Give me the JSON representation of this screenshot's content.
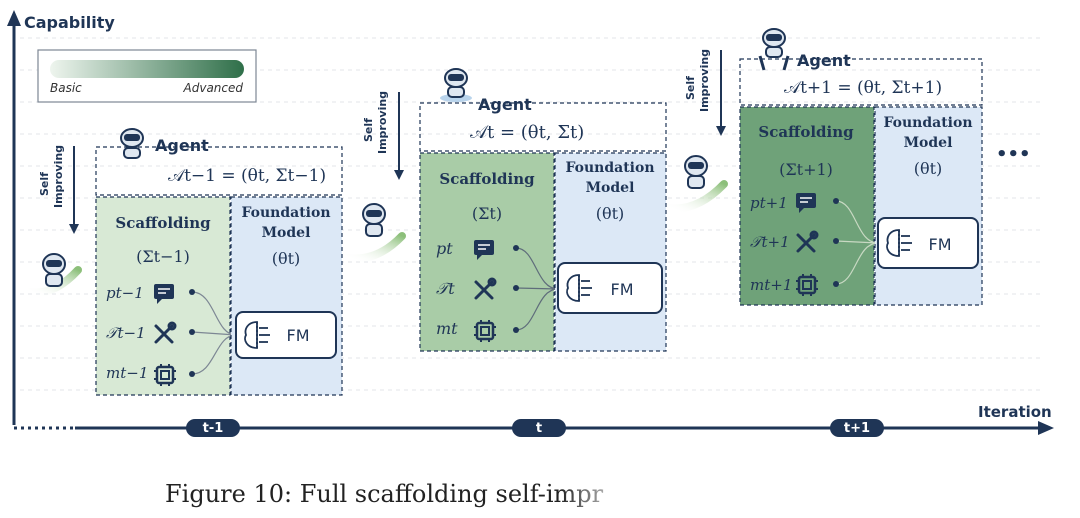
{
  "axes": {
    "y_label": "Capability",
    "x_label": "Iteration",
    "ticks": [
      "t-1",
      "t",
      "t+1"
    ]
  },
  "legend": {
    "basic": "Basic",
    "advanced": "Advanced",
    "color_basic": "#e9f2ea",
    "color_advanced": "#2f6f49"
  },
  "colors": {
    "axis": "#1f3556",
    "dashed_border": "#1f3556",
    "foundation_fill": "#dce8f6",
    "scaffold_fill_1": "#d8e9d5",
    "scaffold_fill_2": "#a9cca7",
    "scaffold_fill_3": "#6fa279"
  },
  "iterations": [
    {
      "agent_title": "Agent",
      "agent_formula": "𝒜t−1 = (θt, Σt−1)",
      "self_improving_1": "Self",
      "self_improving_2": "Improving",
      "scaffolding_title": "Scaffolding",
      "scaffolding_symbol": "(Σt−1)",
      "foundation_title_1": "Foundation",
      "foundation_title_2": "Model",
      "foundation_symbol": "(θt)",
      "fm_label": "FM",
      "components": [
        {
          "symbol": "pt−1",
          "icon": "chat-icon"
        },
        {
          "symbol": "𝒯t−1",
          "icon": "tools-icon"
        },
        {
          "symbol": "mt−1",
          "icon": "chip-icon"
        }
      ]
    },
    {
      "agent_title": "Agent",
      "agent_formula": "𝒜t = (θt, Σt)",
      "self_improving_1": "Self",
      "self_improving_2": "Improving",
      "scaffolding_title": "Scaffolding",
      "scaffolding_symbol": "(Σt)",
      "foundation_title_1": "Foundation",
      "foundation_title_2": "Model",
      "foundation_symbol": "(θt)",
      "fm_label": "FM",
      "components": [
        {
          "symbol": "pt",
          "icon": "chat-icon"
        },
        {
          "symbol": "𝒯t",
          "icon": "tools-icon"
        },
        {
          "symbol": "mt",
          "icon": "chip-icon"
        }
      ]
    },
    {
      "agent_title": "Agent",
      "agent_formula": "𝒜t+1 = (θt, Σt+1)",
      "self_improving_1": "Self",
      "self_improving_2": "Improving",
      "scaffolding_title": "Scaffolding",
      "scaffolding_symbol": "(Σt+1)",
      "foundation_title_1": "Foundation",
      "foundation_title_2": "Model",
      "foundation_symbol": "(θt)",
      "fm_label": "FM",
      "components": [
        {
          "symbol": "pt+1",
          "icon": "chat-icon"
        },
        {
          "symbol": "𝒯t+1",
          "icon": "tools-icon"
        },
        {
          "symbol": "mt+1",
          "icon": "chip-icon"
        }
      ]
    }
  ],
  "continuation": "•••",
  "caption": "Figure 10: Full scaffolding self-impr"
}
